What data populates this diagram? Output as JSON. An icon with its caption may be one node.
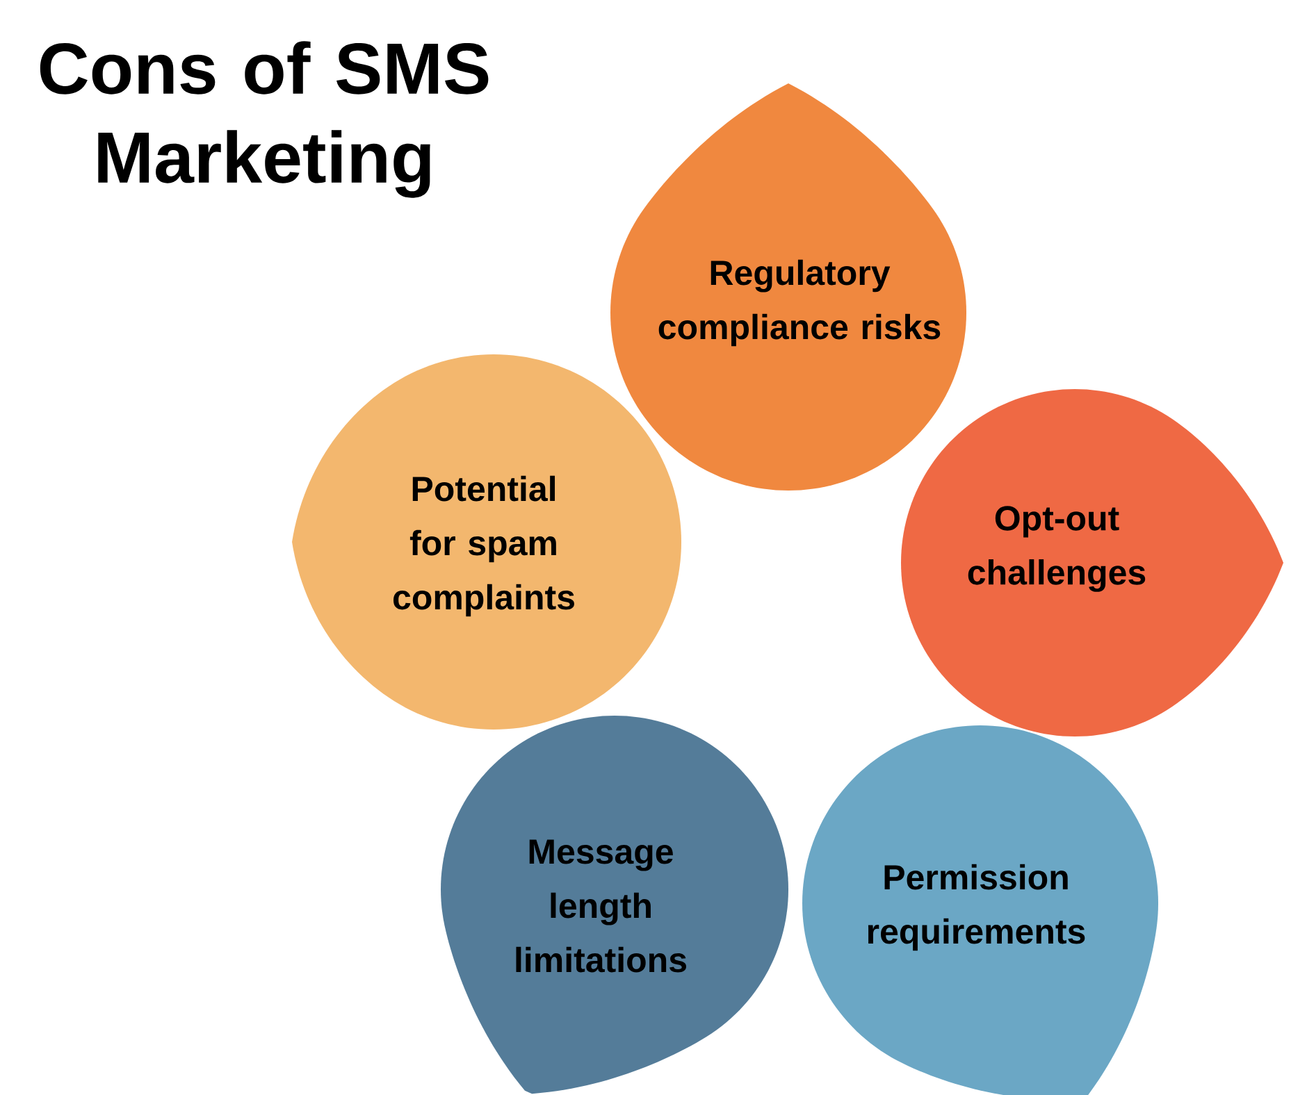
{
  "diagram": {
    "title": "Cons of SMS Marketing",
    "nodes": [
      {
        "text": [
          "Regulatory compliance risks"
        ]
      },
      {
        "text": [
          "Opt-out challenges"
        ]
      },
      {
        "text": [
          "Permission requirements"
        ]
      },
      {
        "text": [
          "Message length limitations"
        ]
      },
      {
        "text": [
          "Potential for spam complaints"
        ]
      }
    ]
  }
}
